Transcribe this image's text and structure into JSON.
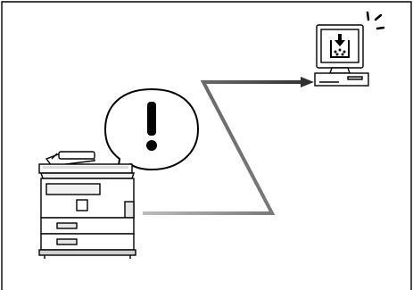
{
  "diagram": {
    "border_color": "#000000",
    "path_gradient_start": "#bdbdbd",
    "path_gradient_end": "#2f2f2f",
    "alert_symbol": "!",
    "nodes": [
      {
        "id": "copier",
        "icon": "multifunction-copier-icon"
      },
      {
        "id": "computer",
        "icon": "computer-monitor-icon"
      }
    ],
    "edges": [
      {
        "from": "copier",
        "to": "computer",
        "style": "zigzag-arrow"
      }
    ]
  }
}
